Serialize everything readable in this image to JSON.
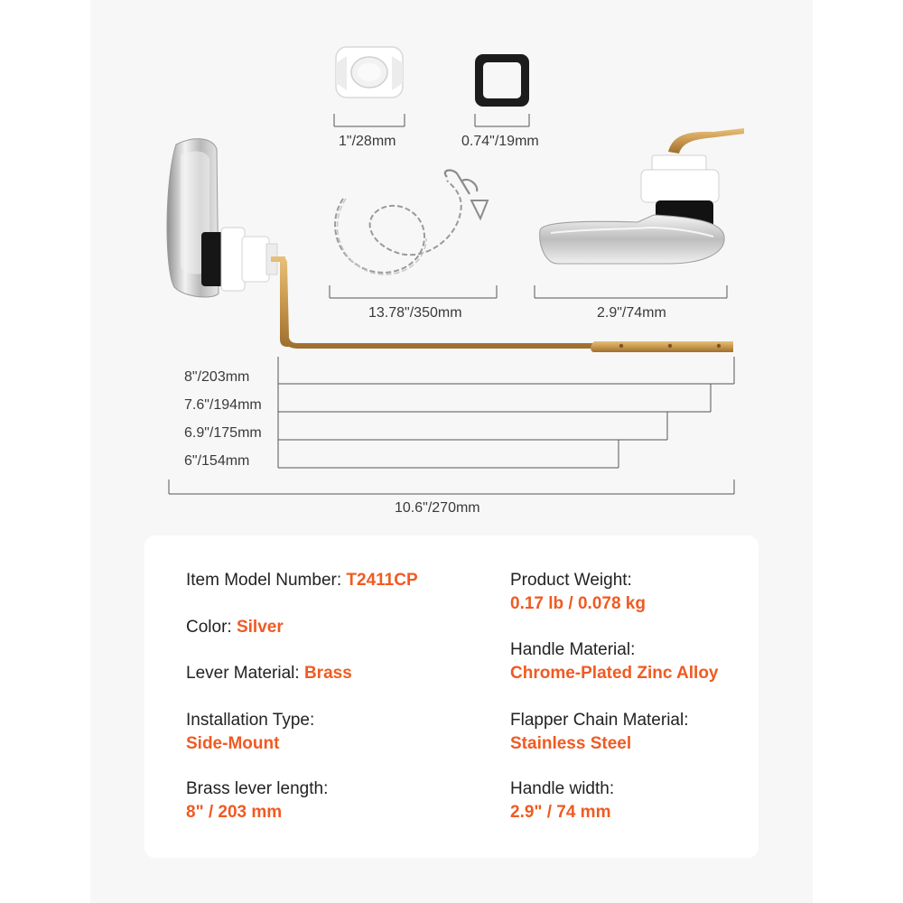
{
  "dimensions": {
    "spacer_size": "1\"/28mm",
    "washer_size": "0.74\"/19mm",
    "chain_length": "13.78\"/350mm",
    "handle_width": "2.9\"/74mm",
    "lever_lengths": [
      "8\"/203mm",
      "7.6\"/194mm",
      "6.9\"/175mm",
      "6\"/154mm"
    ],
    "total_length": "10.6\"/270mm"
  },
  "specs": {
    "model": {
      "label": "Item Model Number: ",
      "value": "T2411CP"
    },
    "color": {
      "label": "Color: ",
      "value": "Silver"
    },
    "lever_material": {
      "label": "Lever Material: ",
      "value": "Brass"
    },
    "installation": {
      "label": "Installation Type:",
      "value": "Side-Mount"
    },
    "lever_length": {
      "label": "Brass lever length:",
      "value": "8\" / 203 mm"
    },
    "weight": {
      "label": "Product Weight:",
      "value": "0.17 lb / 0.078 kg"
    },
    "handle_material": {
      "label": "Handle Material:",
      "value": "Chrome-Plated Zinc Alloy"
    },
    "chain_material": {
      "label": "Flapper Chain Material:",
      "value": "Stainless Steel"
    },
    "handle_width": {
      "label": "Handle width:",
      "value": "2.9\" / 74 mm"
    }
  },
  "colors": {
    "accent": "#f05a22",
    "brass": "#c9974e",
    "chrome": "#c8c8c8",
    "panel": "#f7f7f7"
  }
}
